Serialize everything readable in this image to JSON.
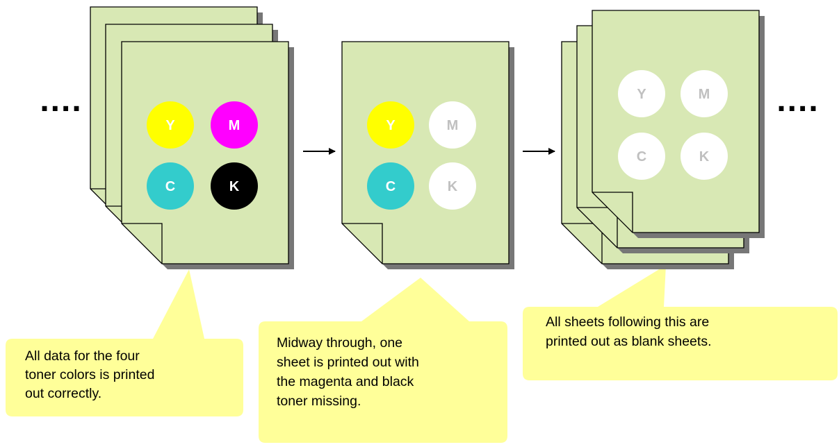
{
  "colors": {
    "sheet_fill": "#d8e8b4",
    "sheet_shadow": "#777777",
    "outline": "#000000",
    "callout_fill": "#ffff99",
    "toner_yellow": "#ffff00",
    "toner_magenta": "#ff00ff",
    "toner_cyan": "#33cccc",
    "toner_black": "#000000",
    "toner_missing": "#ffffff",
    "toner_missing_text": "#c0c0c0"
  },
  "ellipsis_left": "....",
  "ellipsis_right": "....",
  "groups": [
    {
      "id": "correct",
      "sheet_count": 3,
      "toners": [
        {
          "label": "Y",
          "state": "present",
          "color": "yellow"
        },
        {
          "label": "M",
          "state": "present",
          "color": "magenta"
        },
        {
          "label": "C",
          "state": "present",
          "color": "cyan"
        },
        {
          "label": "K",
          "state": "present",
          "color": "black"
        }
      ],
      "callout_lines": [
        "All data for the four",
        "toner colors is printed",
        "out correctly."
      ]
    },
    {
      "id": "partial",
      "sheet_count": 1,
      "toners": [
        {
          "label": "Y",
          "state": "present",
          "color": "yellow"
        },
        {
          "label": "M",
          "state": "missing",
          "color": "magenta"
        },
        {
          "label": "C",
          "state": "present",
          "color": "cyan"
        },
        {
          "label": "K",
          "state": "missing",
          "color": "black"
        }
      ],
      "callout_lines": [
        "Midway through, one",
        "sheet is printed out with",
        "the magenta and black",
        "toner missing."
      ]
    },
    {
      "id": "blank",
      "sheet_count": 3,
      "toners": [
        {
          "label": "Y",
          "state": "missing",
          "color": "yellow"
        },
        {
          "label": "M",
          "state": "missing",
          "color": "magenta"
        },
        {
          "label": "C",
          "state": "missing",
          "color": "cyan"
        },
        {
          "label": "K",
          "state": "missing",
          "color": "black"
        }
      ],
      "callout_lines": [
        "All sheets following this are",
        "printed out as blank sheets."
      ]
    }
  ]
}
